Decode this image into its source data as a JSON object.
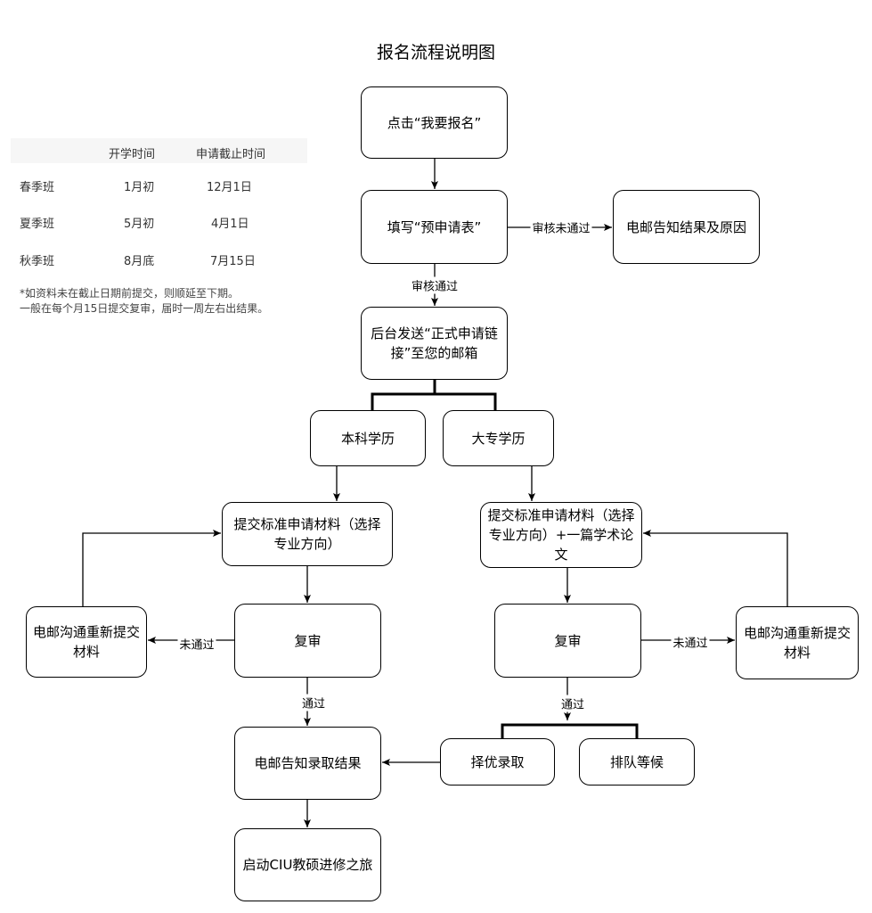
{
  "title": "报名流程说明图",
  "schedule": {
    "headers": [
      "",
      "开学时间",
      "申请截止时间"
    ],
    "rows": [
      [
        "春季班",
        "1月初",
        "12月1日"
      ],
      [
        "夏季班",
        "5月初",
        "4月1日"
      ],
      [
        "秋季班",
        "8月底",
        "7月15日"
      ]
    ],
    "notes": [
      "*如资料未在截止日期前提交，则顺延至下期。",
      "一般在每个月15日提交复审，届时一周左右出结果。"
    ]
  },
  "nodes": {
    "start": "点击“我要报名”",
    "pre_form": "填写“预申请表”",
    "reject_notice": "电邮告知结果及原因",
    "send_link": "后台发送“正式申请链接”至您的邮箱",
    "bachelor": "本科学历",
    "college": "大专学历",
    "submit_std": "提交标准申请材料（选择专业方向）",
    "submit_paper": "提交标准申请材料（选择专业方向）+一篇学术论文",
    "review_left": "复审",
    "resubmit_left": "电邮沟通重新提交材料",
    "review_right": "复审",
    "resubmit_right": "电邮沟通重新提交材料",
    "admit_notice": "电邮告知录取结果",
    "merit": "择优录取",
    "waitlist": "排队等候",
    "journey": "启动CIU教硕进修之旅"
  },
  "edge_labels": {
    "pre_fail": "审核未通过",
    "pre_pass": "审核通过",
    "left_fail": "未通过",
    "left_pass": "通过",
    "right_fail": "未通过",
    "right_pass": "通过"
  }
}
